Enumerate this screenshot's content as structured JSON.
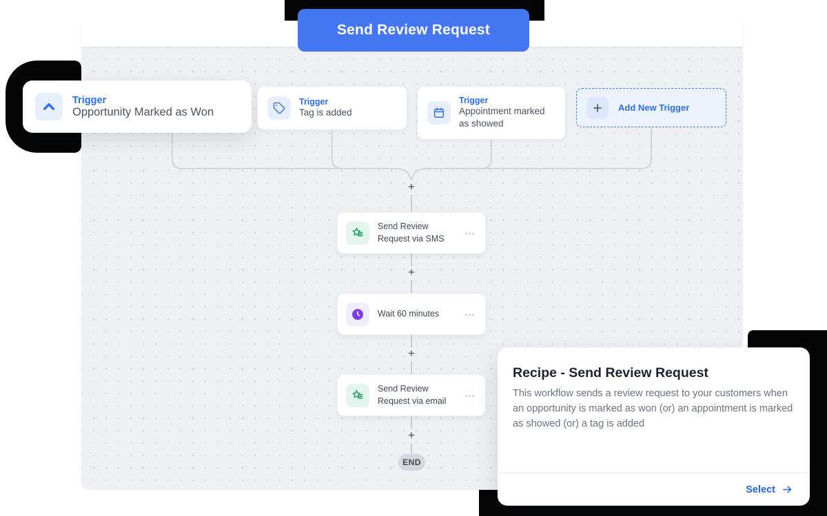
{
  "cta": {
    "label": "Send Review Request"
  },
  "triggers": [
    {
      "type_label": "Trigger",
      "title": "Opportunity Marked as Won",
      "icon": "chevron-up-icon"
    },
    {
      "type_label": "Trigger",
      "title": "Tag is added",
      "icon": "tag-icon"
    },
    {
      "type_label": "Trigger",
      "title": "Appointment marked as showed",
      "icon": "calendar-icon"
    }
  ],
  "add_trigger": {
    "label": "Add New Trigger",
    "icon": "plus-icon"
  },
  "steps": [
    {
      "title": "Send Review Request via SMS",
      "icon": "review-star-icon",
      "menu": "⋯"
    },
    {
      "title": "Wait 60 minutes",
      "icon": "clock-icon",
      "menu": "⋯"
    },
    {
      "title": "Send Review Request via email",
      "icon": "review-star-icon",
      "menu": "⋯"
    }
  ],
  "connectors": {
    "plus": "+"
  },
  "end_label": "END",
  "recipe": {
    "title": "Recipe - Send Review Request",
    "description": "This workflow sends a review request to your customers when an opportunity is marked as won (or) an appointment is marked as showed (or) a tag is added",
    "select_label": "Select",
    "select_icon": "arrow-right-icon"
  },
  "colors": {
    "accent_blue": "#2b6cf0",
    "cta_blue": "#4476f1",
    "success_green": "#1f9d63",
    "wait_purple": "#7c3aed",
    "canvas_bg": "#eef0f3",
    "decor_black": "#050505"
  }
}
